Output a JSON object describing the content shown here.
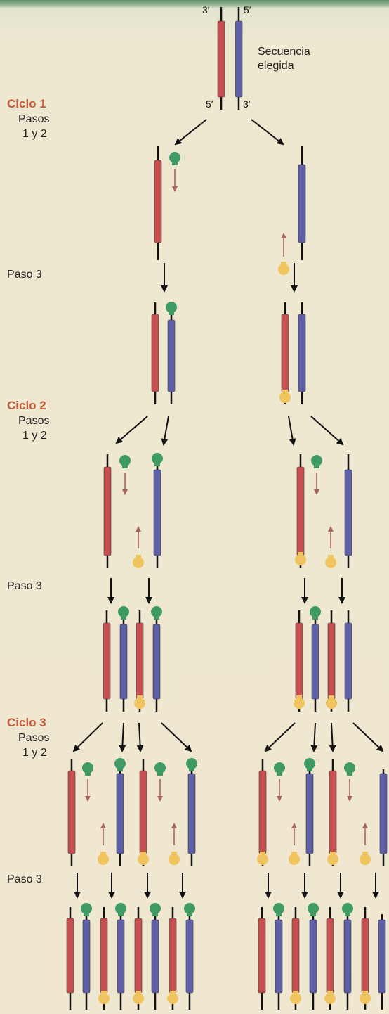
{
  "ends": {
    "top_left": "3′",
    "top_right": "5′",
    "bottom_left": "5′",
    "bottom_right": "3′"
  },
  "target_label": [
    "Secuencia",
    "elegida"
  ],
  "cycles": [
    {
      "title": "Ciclo 1",
      "steps_label": [
        "Pasos",
        "1 y 2"
      ],
      "step3_label": "Paso 3"
    },
    {
      "title": "Ciclo 2",
      "steps_label": [
        "Pasos",
        "1 y 2"
      ],
      "step3_label": "Paso 3"
    },
    {
      "title": "Ciclo 3",
      "steps_label": [
        "Pasos",
        "1 y 2"
      ],
      "step3_label": "Paso 3"
    }
  ],
  "colors": {
    "template_strand": "#c6504f",
    "complement_strand": "#5f5fa8",
    "forward_primer": "#3f9a63",
    "reverse_primer": "#f0c45e",
    "extension_arrow": "#a8655f",
    "flow_arrow": "#111111",
    "cycle_title": "#c55a3a"
  }
}
